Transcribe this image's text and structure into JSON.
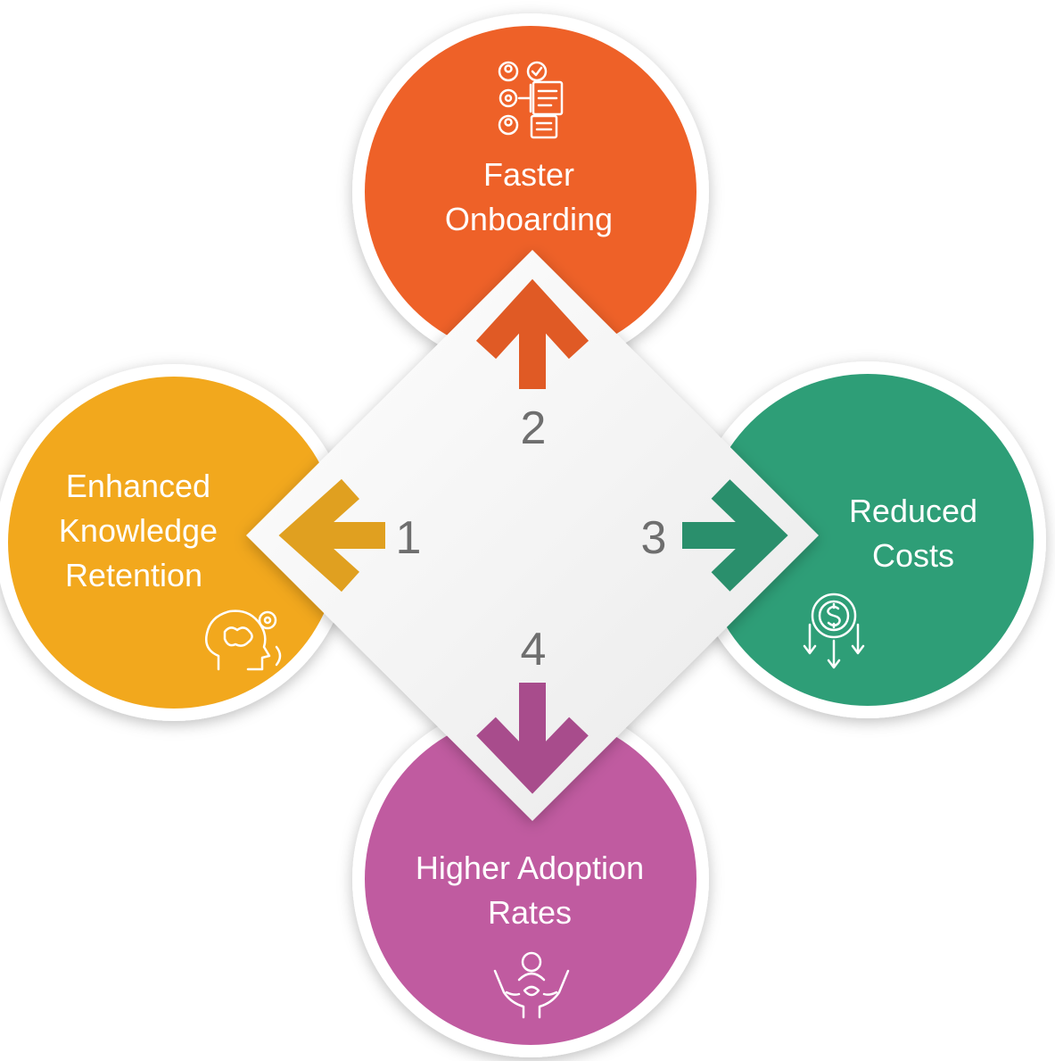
{
  "nodes": [
    {
      "id": "retention",
      "number": "1",
      "label_lines": [
        "Enhanced",
        "Knowledge",
        "Retention"
      ],
      "color": "#F2A81D",
      "icon": "brain-gears-icon"
    },
    {
      "id": "onboarding",
      "number": "2",
      "label_lines": [
        "Faster",
        "Onboarding"
      ],
      "color": "#EE6128",
      "icon": "people-documents-icon"
    },
    {
      "id": "costs",
      "number": "3",
      "label_lines": [
        "Reduced",
        "Costs"
      ],
      "color": "#2E9E77",
      "icon": "dollar-down-arrows-icon"
    },
    {
      "id": "adoption",
      "number": "4",
      "label_lines": [
        "Higher Adoption",
        "Rates"
      ],
      "color": "#C05BA0",
      "icon": "hands-person-icon"
    }
  ],
  "center": {
    "color": "#F4F4F4",
    "number_color": "#6E6E6E"
  }
}
